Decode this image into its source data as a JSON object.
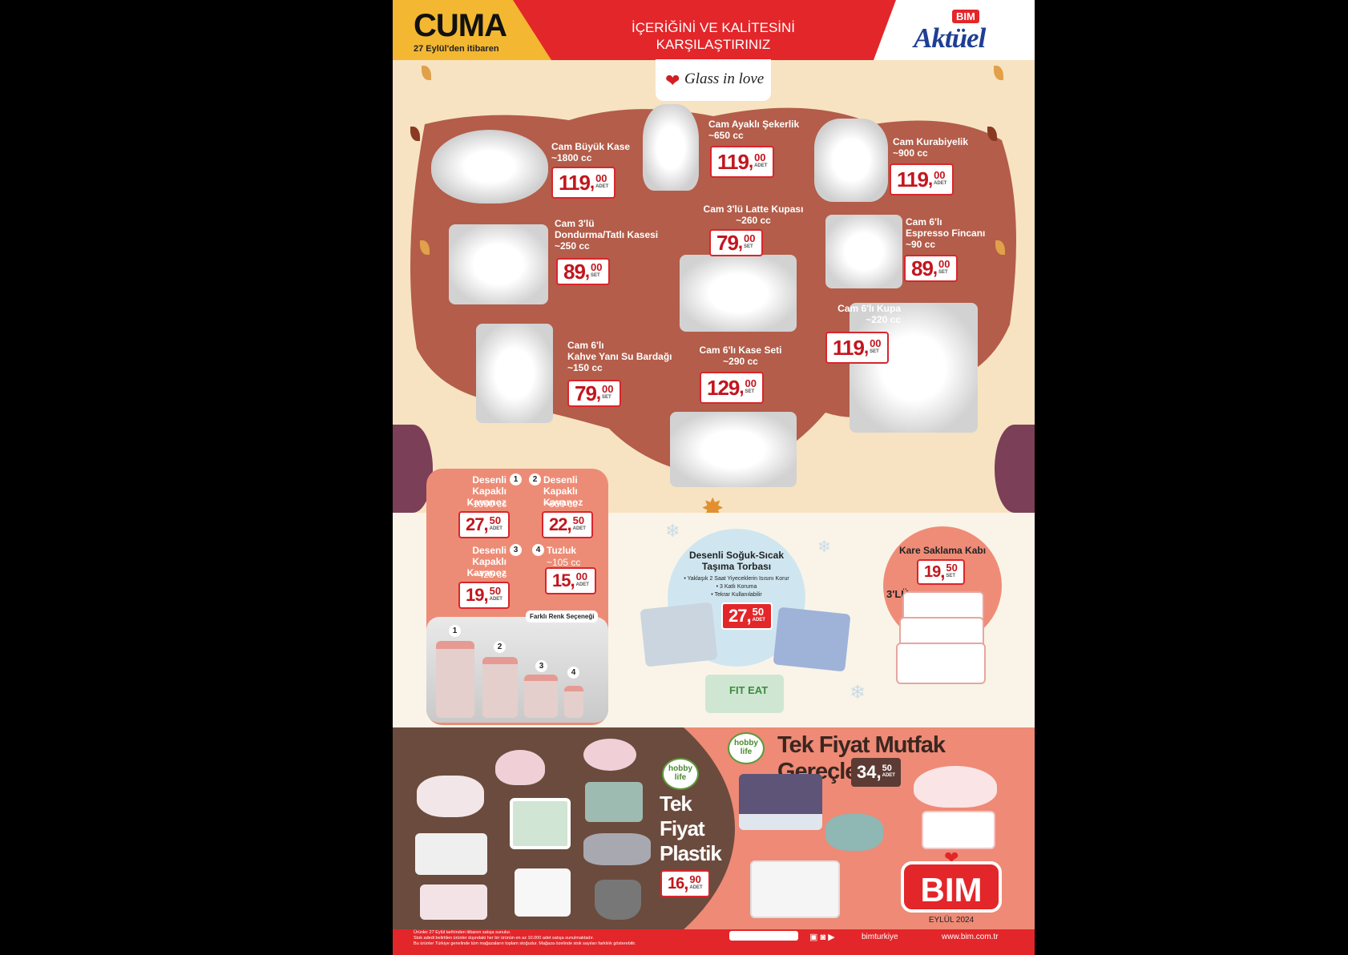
{
  "header": {
    "day": "CUMA",
    "date": "27 Eylül'den itibaren",
    "tagline_1": "İÇERİĞİNİ VE KALİTESİNİ",
    "tagline_2": "KARŞILAŞTIRINIZ",
    "brand": "BIM",
    "brand_sub": "Aktüel"
  },
  "glass": {
    "brand": "Glass in love",
    "products": [
      {
        "name": "Cam Büyük Kase",
        "vol": "~1800 cc",
        "int": "119",
        "dec": "00",
        "unit": "ADET"
      },
      {
        "name": "Cam Ayaklı Şekerlik",
        "vol": "~650 cc",
        "int": "119",
        "dec": "00",
        "unit": "ADET"
      },
      {
        "name": "Cam Kurabiyelik",
        "vol": "~900 cc",
        "int": "119",
        "dec": "00",
        "unit": "ADET"
      },
      {
        "name": "Cam 3'lü\nDondurma/Tatlı Kasesi",
        "vol": "~250 cc",
        "int": "89",
        "dec": "00",
        "unit": "SET"
      },
      {
        "name": "Cam 3'lü Latte Kupası",
        "vol": "~260 cc",
        "int": "79",
        "dec": "00",
        "unit": "SET"
      },
      {
        "name": "Cam 6'lı\nEspresso Fincanı",
        "vol": "~90 cc",
        "int": "89",
        "dec": "00",
        "unit": "SET"
      },
      {
        "name": "Cam 6'lı Kupa",
        "vol": "~220 cc",
        "int": "119",
        "dec": "00",
        "unit": "SET"
      },
      {
        "name": "Cam 6'lı\nKahve Yanı Su Bardağı",
        "vol": "~150 cc",
        "int": "79",
        "dec": "00",
        "unit": "SET"
      },
      {
        "name": "Cam 6'lı Kase Seti",
        "vol": "~290 cc",
        "int": "129",
        "dec": "00",
        "unit": "SET"
      }
    ]
  },
  "jars": {
    "items": [
      {
        "n": "1",
        "name": "Desenli\nKapaklı Kavanoz",
        "vol": "~1000 cc",
        "int": "27",
        "dec": "50",
        "unit": "ADET"
      },
      {
        "n": "2",
        "name": "Desenli\nKapaklı Kavanoz",
        "vol": "~660 cc",
        "int": "22",
        "dec": "50",
        "unit": "ADET"
      },
      {
        "n": "3",
        "name": "Desenli\nKapaklı Kavanoz",
        "vol": "~425 cc",
        "int": "19",
        "dec": "50",
        "unit": "ADET"
      },
      {
        "n": "4",
        "name": "Tuzluk",
        "vol": "~105 cc",
        "int": "15",
        "dec": "00",
        "unit": "ADET"
      }
    ],
    "badge": "Farklı Renk Seçeneği"
  },
  "bag": {
    "title": "Desenli Soğuk-Sıcak\nTaşıma Torbası",
    "bullets": "• Yaklaşık 2 Saat Yiyeceklerin Isısını Korur\n• 3 Katlı Koruma\n• Tekrar Kullanılabilir",
    "int": "27",
    "dec": "50",
    "unit": "ADET",
    "print": "FIT EAT"
  },
  "box": {
    "title": "Kare Saklama Kabı",
    "count": "3'LÜ",
    "int": "19",
    "dec": "50",
    "unit": "SET"
  },
  "plastic": {
    "hobby": "hobby\nlife",
    "title": "Tek\nFiyat\nPlastik",
    "int": "16",
    "dec": "90",
    "unit": "ADET"
  },
  "kitchen": {
    "title": "Tek Fiyat Mutfak Gereçleri",
    "int": "34",
    "dec": "50",
    "unit": "ADET"
  },
  "footer": {
    "logo": "BIM",
    "month": "EYLÜL 2024",
    "note": "Ürünler 27 Eylül tarihinden itibaren satışa sunulur.\nStok adedi belirtilen ürünler dışındaki her bir ürünün en az 10.000 adet satışa sunulmaktadır.\nBu ürünler Türkiye genelinde tüm mağazaların toplam stoğudur. Mağaza özelinde stok sayıları farklılık gösterebilir.",
    "social": "bimturkiye",
    "site": "www.bim.com.tr"
  },
  "colors": {
    "red": "#e3262a",
    "yellow": "#f3b731",
    "brown": "#b35d4a",
    "salmon": "#ed8c76"
  }
}
